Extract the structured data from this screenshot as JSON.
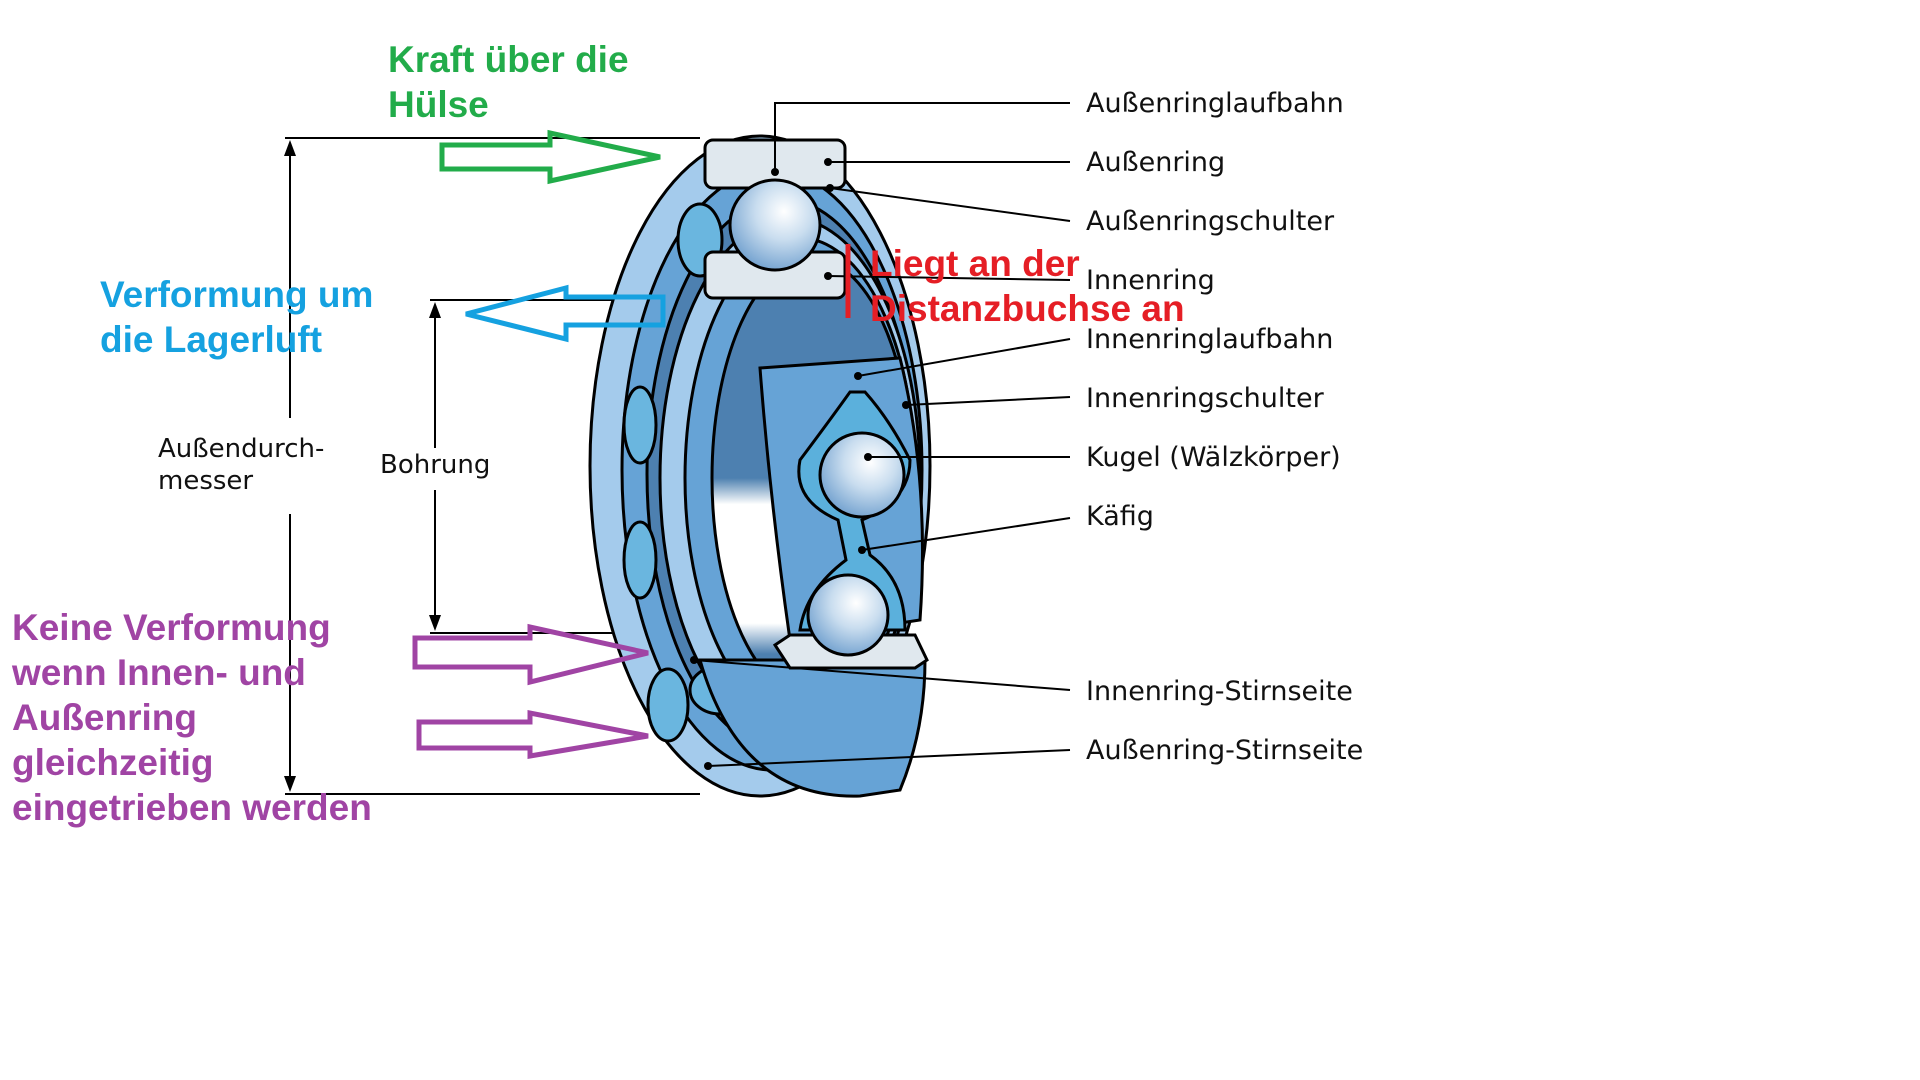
{
  "colors": {
    "note_green": "#22ac4a",
    "note_blue": "#15a1e0",
    "note_red": "#e51e25",
    "note_purple": "#a044a4",
    "bearing_light": "#a4cbec",
    "bearing_mid": "#66a3d6",
    "bearing_dark": "#4d80b0",
    "ring_face": "#e0e8ee",
    "leader_line": "#000000"
  },
  "annotations": {
    "force_sleeve": [
      "Kraft über die",
      "Hülse"
    ],
    "deformation_clearance": [
      "Verformung um",
      "die Lagerluft"
    ],
    "spacer_contact": [
      "Liegt an der",
      "Distanzbuchse an"
    ],
    "no_deformation": [
      "Keine Verformung",
      "wenn Innen- und",
      "Außenring",
      "gleichzeitig",
      "eingetrieben werden"
    ]
  },
  "dimensions": {
    "outer_diameter": [
      "Außendurch-",
      "messer"
    ],
    "bore": "Bohrung"
  },
  "part_labels": [
    "Außenringlaufbahn",
    "Außenring",
    "Außenringschulter",
    "Innenring",
    "Innenringlaufbahn",
    "Innenringschulter",
    "Kugel (Wälzkörper)",
    "Käfig",
    "Innenring-Stirnseite",
    "Außenring-Stirnseite"
  ],
  "icons": {
    "arrow_force": "arrow-right-outline",
    "arrow_deform": "arrow-left-outline",
    "arrow_no_deform": "arrow-right-outline"
  }
}
